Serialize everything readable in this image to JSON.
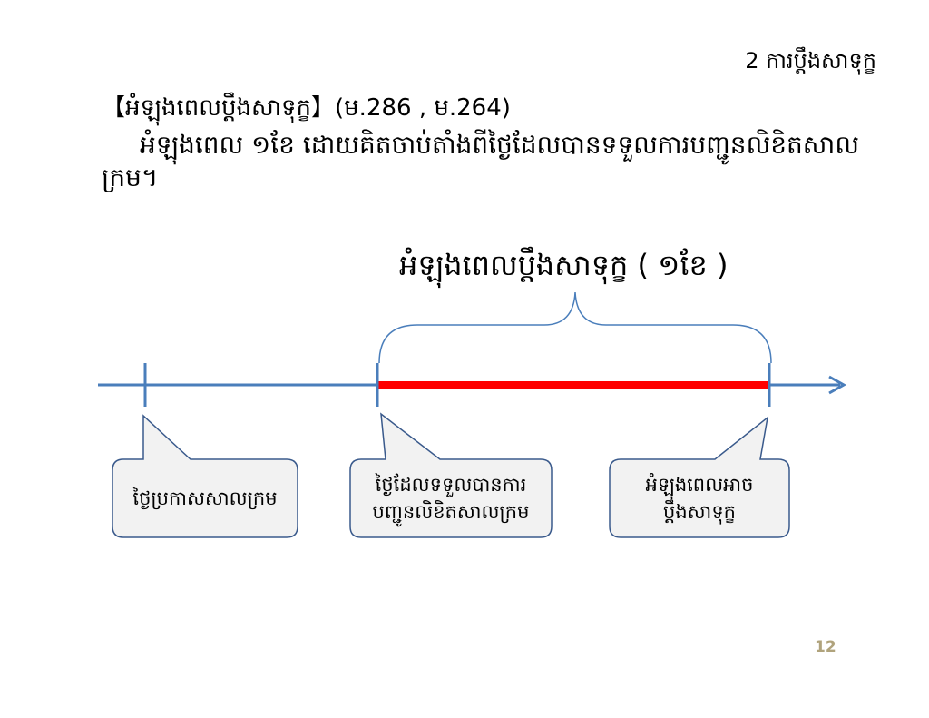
{
  "section_title": "2 ការប្ដឹងសាទុក្ខ",
  "heading": "【អំឡុងពេលប្ដឹងសាទុក្ខ】(ម.286 , ម.264)",
  "body_text": "អំឡុងពេល ១ខែ ដោយគិតចាប់តាំងពីថ្ងៃដែលបានទទួលការបញ្ជូនលិខិតសាលក្រម។",
  "diagram": {
    "period_label": "អំឡុងពេលប្ដឹងសាទុក្ខ ( ១ខែ )",
    "callouts": [
      {
        "line1": "ថ្ងៃប្រកាសសាលក្រម",
        "line2": ""
      },
      {
        "line1": "ថ្ងៃដែលទទួលបានការ",
        "line2": "បញ្ជូនលិខិតសាលក្រម"
      },
      {
        "line1": "អំឡុងពេលអាច",
        "line2": "ប្ដឹងសាទុក្ខ"
      }
    ],
    "colors": {
      "axis": "#4a7ebb",
      "period": "#ff0000",
      "callout_fill": "#f2f2f2",
      "callout_border": "#3a5a8c"
    }
  },
  "page_number": "12"
}
